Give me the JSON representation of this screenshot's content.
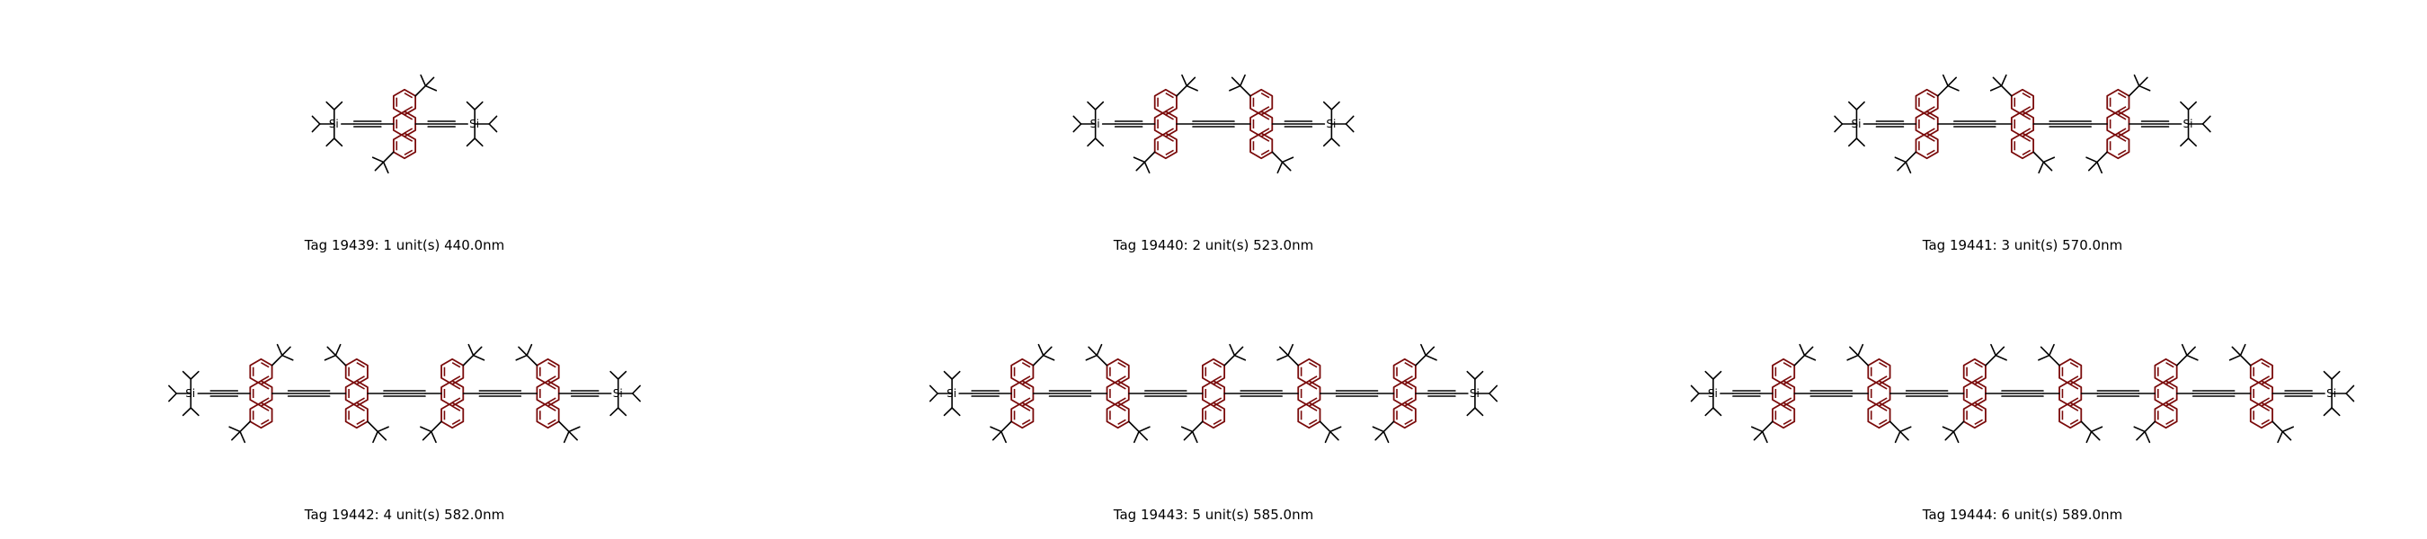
{
  "panels": [
    {
      "caption": "Tag 19439: 1 unit(s) 440.0nm",
      "units": 1
    },
    {
      "caption": "Tag 19440: 2 unit(s) 523.0nm",
      "units": 2
    },
    {
      "caption": "Tag 19441: 3 unit(s) 570.0nm",
      "units": 3
    },
    {
      "caption": "Tag 19442: 4 unit(s) 582.0nm",
      "units": 4
    },
    {
      "caption": "Tag 19443: 5 unit(s) 585.0nm",
      "units": 5
    },
    {
      "caption": "Tag 19444: 6 unit(s) 589.0nm",
      "units": 6
    }
  ],
  "colors": {
    "ring": "#7a0a0a",
    "bond": "#000000"
  },
  "silicon_label": "Si"
}
